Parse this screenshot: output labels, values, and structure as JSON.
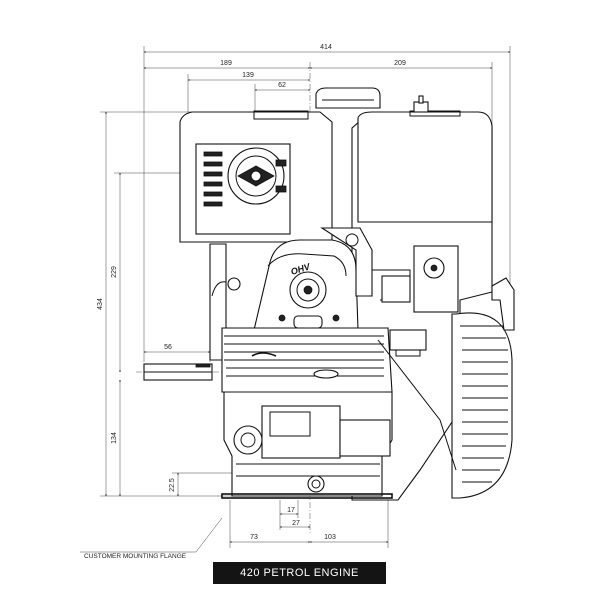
{
  "title": "420 PETROL ENGINE",
  "callout": "CUSTOMER MOUNTING FLANGE",
  "engine_mark": "OHV",
  "dimensions": {
    "overall_width": "414",
    "left_width": "189",
    "right_width": "209",
    "width_139": "139",
    "width_62": "62",
    "overall_height": "434",
    "height_229": "229",
    "height_134": "134",
    "height_22_5": "22.5",
    "shaft_length": "56",
    "offset_17": "17",
    "offset_27": "27",
    "base_73": "73",
    "base_103": "103"
  }
}
